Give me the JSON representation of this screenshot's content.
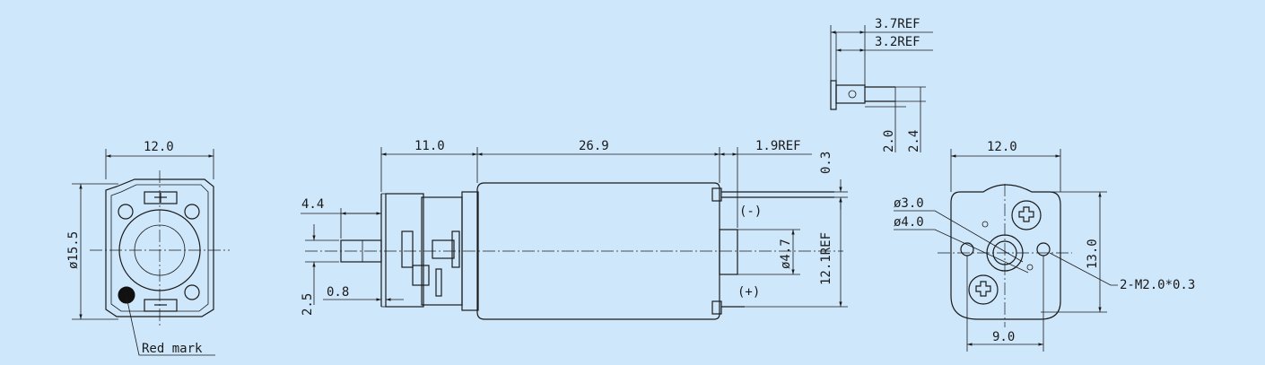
{
  "front_view": {
    "width_label": "12.0",
    "dia_label": "ø15.5",
    "mark_label": "Red mark"
  },
  "side_view": {
    "gear_len": "11.0",
    "motor_len": "26.9",
    "term_len": "1.9REF",
    "shaft_len": "4.4",
    "shaft_off": "2.5",
    "flange_t": "0.8",
    "boss_dia": "ø4.7",
    "term_span": "12.1REF",
    "term_t": "0.3",
    "neg": "(-)",
    "pos": "(+)"
  },
  "terminal_detail": {
    "d1": "3.7REF",
    "d2": "3.2REF",
    "h1": "2.0",
    "h2": "2.4"
  },
  "rear_view": {
    "width_label": "12.0",
    "height_label": "13.0",
    "pitch_label": "9.0",
    "hole1": "ø3.0",
    "hole2": "ø4.0",
    "screw": "2-M2.0*0.3"
  },
  "colors": {
    "background": "#cfe7fb",
    "line": "#1a1a1a"
  }
}
